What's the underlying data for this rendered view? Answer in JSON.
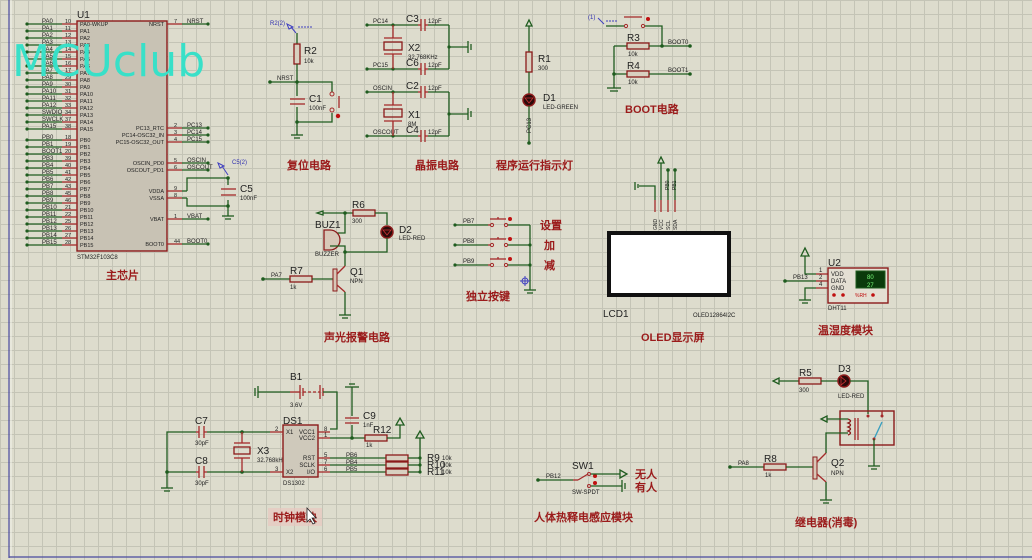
{
  "watermark": "MCUclub",
  "mcu": {
    "ref": "U1",
    "part": "STM32F103C8",
    "title": "主芯片",
    "left_pins": [
      {
        "net": "PA0",
        "num": "10",
        "name": "PA0-WKUP"
      },
      {
        "net": "PA1",
        "num": "11",
        "name": "PA1"
      },
      {
        "net": "PA2",
        "num": "12",
        "name": "PA2"
      },
      {
        "net": "PA3",
        "num": "13",
        "name": "PA3"
      },
      {
        "net": "PA4",
        "num": "14",
        "name": "PA4"
      },
      {
        "net": "PA5",
        "num": "15",
        "name": "PA5"
      },
      {
        "net": "PA6",
        "num": "16",
        "name": "PA6"
      },
      {
        "net": "PA7",
        "num": "17",
        "name": "PA7"
      },
      {
        "net": "PA8",
        "num": "29",
        "name": "PA8"
      },
      {
        "net": "PA9",
        "num": "30",
        "name": "PA9"
      },
      {
        "net": "PA10",
        "num": "31",
        "name": "PA10"
      },
      {
        "net": "PA11",
        "num": "32",
        "name": "PA11"
      },
      {
        "net": "PA12",
        "num": "33",
        "name": "PA12"
      },
      {
        "net": "SWDIO",
        "num": "34",
        "name": "PA13"
      },
      {
        "net": "SWCLK",
        "num": "37",
        "name": "PA14"
      },
      {
        "net": "PA15",
        "num": "38",
        "name": "PA15"
      },
      {
        "net": "PB0",
        "num": "18",
        "name": "PB0"
      },
      {
        "net": "PB1",
        "num": "19",
        "name": "PB1"
      },
      {
        "net": "BOOT1",
        "num": "20",
        "name": "PB2"
      },
      {
        "net": "PB3",
        "num": "39",
        "name": "PB3"
      },
      {
        "net": "PB4",
        "num": "40",
        "name": "PB4"
      },
      {
        "net": "PB5",
        "num": "41",
        "name": "PB5"
      },
      {
        "net": "PB6",
        "num": "42",
        "name": "PB6"
      },
      {
        "net": "PB7",
        "num": "43",
        "name": "PB7"
      },
      {
        "net": "PB8",
        "num": "45",
        "name": "PB8"
      },
      {
        "net": "PB9",
        "num": "46",
        "name": "PB9"
      },
      {
        "net": "PB10",
        "num": "21",
        "name": "PB10"
      },
      {
        "net": "PB11",
        "num": "22",
        "name": "PB11"
      },
      {
        "net": "PB12",
        "num": "25",
        "name": "PB12"
      },
      {
        "net": "PB13",
        "num": "26",
        "name": "PB13"
      },
      {
        "net": "PB14",
        "num": "27",
        "name": "PB14"
      },
      {
        "net": "PB15",
        "num": "28",
        "name": "PB15"
      }
    ],
    "right_pins": [
      {
        "name": "NRST",
        "num": "7",
        "net": "NRST"
      },
      {
        "name": "PC13_RTC",
        "num": "2",
        "net": "PC13"
      },
      {
        "name": "PC14-OSC32_IN",
        "num": "3",
        "net": "PC14"
      },
      {
        "name": "PC15-OSC32_OUT",
        "num": "4",
        "net": "PC15"
      },
      {
        "name": "OSCIN_PD0",
        "num": "5",
        "net": "OSCIN"
      },
      {
        "name": "OSCOUT_PD1",
        "num": "6",
        "net": "OSCOUT"
      },
      {
        "name": "VDDA",
        "num": "9",
        "net": ""
      },
      {
        "name": "VSSA",
        "num": "8",
        "net": ""
      },
      {
        "name": "VBAT",
        "num": "1",
        "net": "VBAT"
      },
      {
        "name": "BOOT0",
        "num": "44",
        "net": "BOOT0"
      }
    ],
    "c5": {
      "ref": "C5",
      "value": "100nF",
      "probe": "C5(2)"
    }
  },
  "reset": {
    "title": "复位电路",
    "r_ref": "R2",
    "r_val": "10k",
    "c_ref": "C1",
    "c_val": "100nF",
    "net": "NRST",
    "probe": "R2(2)"
  },
  "crystal": {
    "title": "晶振电路",
    "x2": {
      "ref": "X2",
      "val": "32.768KHz",
      "in": "PC14",
      "out": "PC15",
      "c_a": "C3",
      "c_b": "C6",
      "cval": "12pF"
    },
    "x1": {
      "ref": "X1",
      "val": "8M",
      "in": "OSCIN",
      "out": "OSCOUT",
      "c_a": "C2",
      "c_b": "C4",
      "cval": "12pF"
    }
  },
  "run_led": {
    "title": "程序运行指示灯",
    "r_ref": "R1",
    "r_val": "300",
    "d_ref": "D1",
    "d_val": "LED-GREEN",
    "net": "PC13"
  },
  "boot": {
    "title": "BOOT电路",
    "probe": "(1)",
    "r3": "R3",
    "r4": "R4",
    "rval": "10k",
    "net0": "BOOT0",
    "net1": "BOOT1"
  },
  "alarm": {
    "title": "声光报警电路",
    "buz_ref": "BUZ1",
    "buz_val": "BUZZER",
    "r6": "R6",
    "r6v": "300",
    "d2": "D2",
    "d2v": "LED-RED",
    "r7": "R7",
    "r7v": "1k",
    "q1": "Q1",
    "q1v": "NPN",
    "net": "PA7"
  },
  "keys": {
    "title": "独立按键",
    "items": [
      {
        "net": "PB7",
        "label": "设置"
      },
      {
        "net": "PB8",
        "label": "加"
      },
      {
        "net": "PB9",
        "label": "减"
      }
    ]
  },
  "oled": {
    "title": "OLED显示屏",
    "ref": "LCD1",
    "part": "OLED12864I2C",
    "pins": [
      "GND",
      "VCC",
      "SCL",
      "SDA"
    ],
    "nets": [
      "PB0",
      "PB1"
    ]
  },
  "dht": {
    "title": "温湿度模块",
    "ref": "U2",
    "part": "DHT11",
    "pins": [
      {
        "n": "1",
        "name": "VDD"
      },
      {
        "n": "2",
        "name": "DATA"
      },
      {
        "n": "4",
        "name": "GND"
      }
    ],
    "net": "PB13",
    "humidity": "80",
    "temperature": "27",
    "unit": "%RH"
  },
  "clock": {
    "title": "时钟模块",
    "b1": "B1",
    "b1v": "3.6V",
    "c7": "C7",
    "c8": "C8",
    "cval": "30pF",
    "x3": "X3",
    "x3v": "32.768kHz",
    "ds": "DS1",
    "dsv": "DS1302",
    "ds_left": [
      {
        "n": "2",
        "name": "X1"
      },
      {
        "n": "3",
        "name": "X2"
      }
    ],
    "ds_right": [
      {
        "n": "8",
        "name": "VCC1"
      },
      {
        "n": "1",
        "name": "VCC2"
      },
      {
        "n": "5",
        "name": "RST"
      },
      {
        "n": "7",
        "name": "SCLK"
      },
      {
        "n": "6",
        "name": "I/O"
      }
    ],
    "c9": "C9",
    "c9v": "1nF",
    "r12": "R12",
    "r12v": "1k",
    "pulls": [
      {
        "net": "PB6",
        "ref": "R9",
        "val": "10k"
      },
      {
        "net": "PB4",
        "ref": "R10",
        "val": "10k"
      },
      {
        "net": "PB5",
        "ref": "R11",
        "val": "10k"
      }
    ]
  },
  "pir": {
    "title": "人体热释电感应模块",
    "sw": "SW1",
    "swv": "SW-SPDT",
    "net": "PB12",
    "no": "无人",
    "yes": "有人"
  },
  "relay": {
    "title": "继电器(消毒)",
    "r5": "R5",
    "r5v": "300",
    "d3": "D3",
    "d3v": "LED-RED",
    "r8": "R8",
    "r8v": "1k",
    "q2": "Q2",
    "q2v": "NPN",
    "net": "PA8"
  }
}
